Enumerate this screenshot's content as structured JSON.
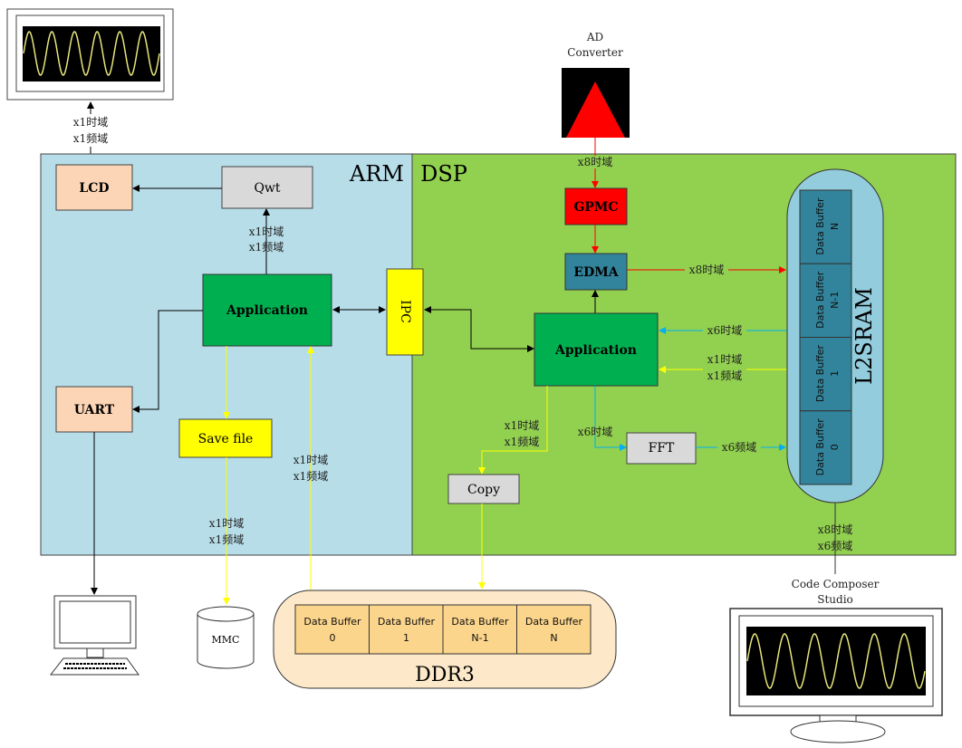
{
  "colors": {
    "arm_bg": "#b7dde8",
    "dsp_bg": "#92d050",
    "app": "#00b050",
    "lcd": "#fbd5b5",
    "gray": "#d9d9d9",
    "ipc": "#ffff00",
    "gpmc": "#ff0000",
    "edma": "#31849b",
    "l2sram": "#93cddd",
    "ddr3": "#fde9c9",
    "ddr3_buf": "#fcd58c"
  },
  "regions": {
    "arm": "ARM",
    "dsp": "DSP"
  },
  "blocks": {
    "lcd": "LCD",
    "qwt": "Qwt",
    "arm_app": "Application",
    "uart": "UART",
    "save_file": "Save file",
    "ipc": "IPC",
    "dsp_app": "Application",
    "gpmc": "GPMC",
    "edma": "EDMA",
    "fft": "FFT",
    "copy": "Copy",
    "mmc": "MMC",
    "l2sram": "L2SRAM",
    "ddr3": "DDR3"
  },
  "ad_converter": {
    "line1": "AD",
    "line2": "Converter"
  },
  "ccs": {
    "line1": "Code Composer",
    "line2": "Studio"
  },
  "l2sram_buffers": [
    {
      "l1": "Data Buffer",
      "l2": "N"
    },
    {
      "l1": "Data Buffer",
      "l2": "N-1"
    },
    {
      "l1": "Data Buffer",
      "l2": "1"
    },
    {
      "l1": "Data Buffer",
      "l2": "0"
    }
  ],
  "ddr3_buffers": [
    {
      "l1": "Data Buffer",
      "l2": "0"
    },
    {
      "l1": "Data Buffer",
      "l2": "1"
    },
    {
      "l1": "Data Buffer",
      "l2": "N-1"
    },
    {
      "l1": "Data Buffer",
      "l2": "N"
    }
  ],
  "labels": {
    "x1_time": "x1时域",
    "x1_freq": "x1频域",
    "x8_time": "x8时域",
    "x6_time": "x6时域",
    "x6_freq": "x6频域"
  }
}
